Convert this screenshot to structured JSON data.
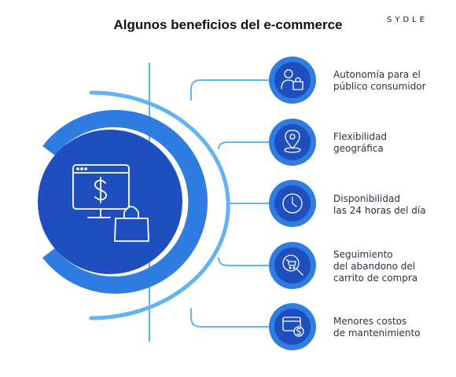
{
  "title": "Algunos beneficios del e-commerce",
  "brand": "SYDLE",
  "colors": {
    "dark_blue": "#1f4fbf",
    "medium_blue": "#2f7de1",
    "light_blue": "#62b4f0",
    "icon_stroke": "#ffffff",
    "text": "#2b3440"
  },
  "center_icons": [
    "monitor-dollar-icon",
    "shopping-bag-icon"
  ],
  "benefits": [
    {
      "icon": "user-bag-icon",
      "lines": [
        "Autonomía para el",
        "público consumidor"
      ]
    },
    {
      "icon": "location-pin-icon",
      "lines": [
        "Flexibilidad",
        "geográfica"
      ]
    },
    {
      "icon": "clock-icon",
      "lines": [
        "Disponibilidad",
        "las 24 horas del día"
      ]
    },
    {
      "icon": "cart-search-icon",
      "lines": [
        "Seguimiento",
        "del abandono del",
        "carrito de compra"
      ]
    },
    {
      "icon": "browser-dollar-icon",
      "lines": [
        "Menores costos",
        "de mantenimiento"
      ]
    }
  ]
}
